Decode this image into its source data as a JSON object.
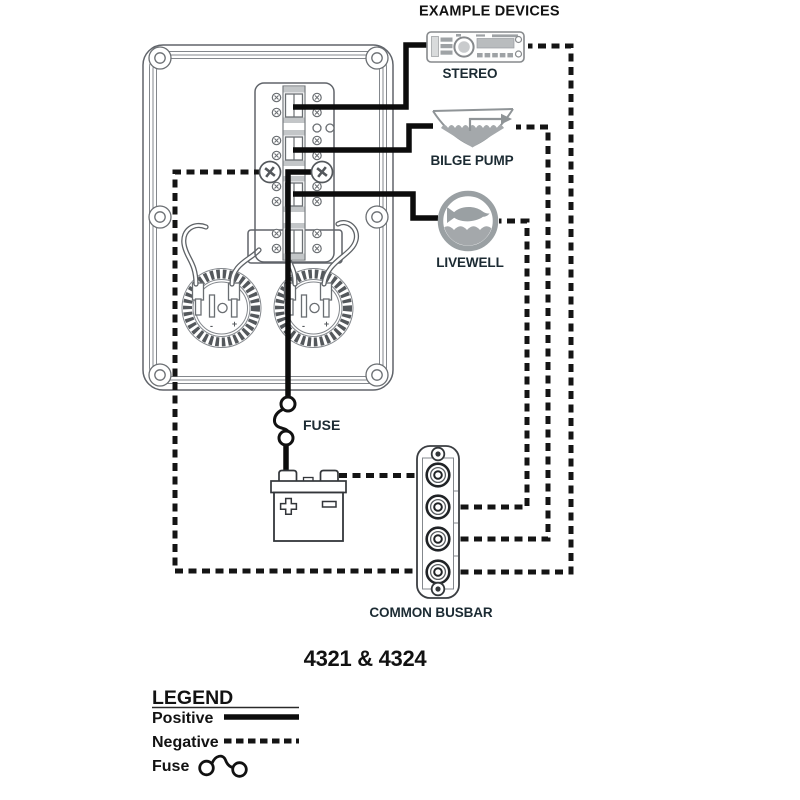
{
  "header": {
    "label": "EXAMPLE DEVICES"
  },
  "devices": [
    {
      "name": "stereo",
      "label": "STEREO"
    },
    {
      "name": "bilge-pump",
      "label": "BILGE PUMP"
    },
    {
      "name": "livewell",
      "label": "LIVEWELL"
    }
  ],
  "wiring": {
    "fuse_label": "FUSE",
    "busbar_label": "COMMON BUSBAR"
  },
  "panel": {
    "gauges": [
      {
        "minus": "-",
        "plus": "+"
      },
      {
        "minus": "-",
        "plus": "+"
      }
    ]
  },
  "model_title": "4321 & 4324",
  "legend": {
    "heading": "LEGEND",
    "items": [
      {
        "label": "Positive",
        "line_style": "solid"
      },
      {
        "label": "Negative",
        "line_style": "dashed"
      },
      {
        "label": "Fuse",
        "line_style": "fuse-symbol"
      }
    ]
  },
  "colors": {
    "background": "#ffffff",
    "wire_positive": "#0c0c0c",
    "wire_negative": "#141414",
    "panel_linework": "#60646a",
    "device_icon_gray": "#9aa0a3",
    "device_label_text": "#1c2b33",
    "heading_text": "#121212"
  }
}
